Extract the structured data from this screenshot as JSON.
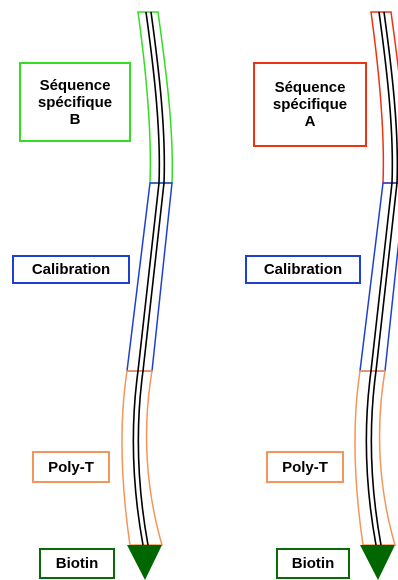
{
  "colors": {
    "green": "#33dd22",
    "red": "#ee3311",
    "blue": "#1f3fd1",
    "orange": "#f4955a",
    "strand": "#000000",
    "triangle": "#006600",
    "biotin_border": "#0a6a0a"
  },
  "panels": [
    {
      "id": "B",
      "sequence_label": {
        "line1": "Séquence",
        "line2": "spécifique",
        "letter": "B"
      },
      "calibration_label": "Calibration",
      "polyt_label": "Poly-T",
      "biotin_label": "Biotin"
    },
    {
      "id": "A",
      "sequence_label": {
        "line1": "Séquence",
        "line2": "spécifique",
        "letter": "A"
      },
      "calibration_label": "Calibration",
      "polyt_label": "Poly-T",
      "biotin_label": "Biotin"
    }
  ]
}
